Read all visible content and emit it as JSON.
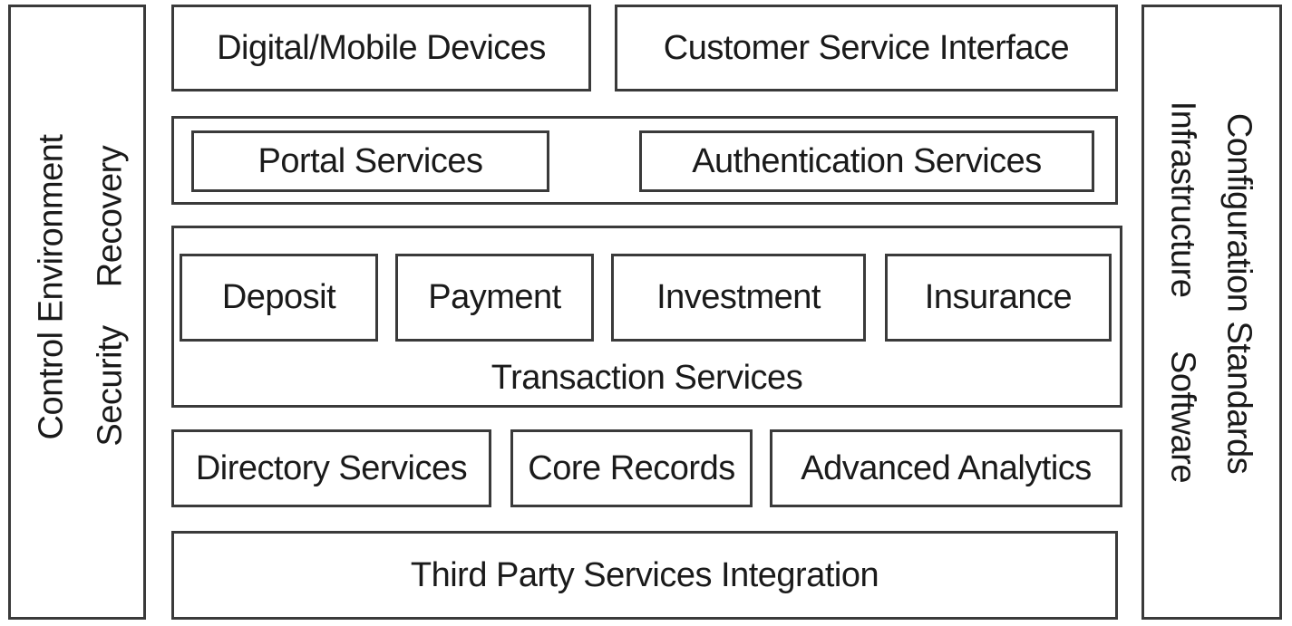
{
  "left_column": {
    "line1": "Control Environment",
    "line2_part1": "Security",
    "line2_part2": "Recovery"
  },
  "right_column": {
    "line1": "Configuration Standards",
    "line2_part1": "Infrastructure",
    "line2_part2": "Software"
  },
  "presentation_layer": {
    "devices": "Digital/Mobile Devices",
    "customer_service": "Customer Service Interface"
  },
  "access_layer": {
    "portal": "Portal Services",
    "authentication": "Authentication Services"
  },
  "transaction_layer": {
    "title": "Transaction Services",
    "items": [
      "Deposit",
      "Payment",
      "Investment",
      "Insurance"
    ]
  },
  "data_layer": {
    "directory": "Directory Services",
    "core_records": "Core Records",
    "analytics": "Advanced Analytics"
  },
  "integration_layer": {
    "third_party": "Third Party Services Integration"
  }
}
